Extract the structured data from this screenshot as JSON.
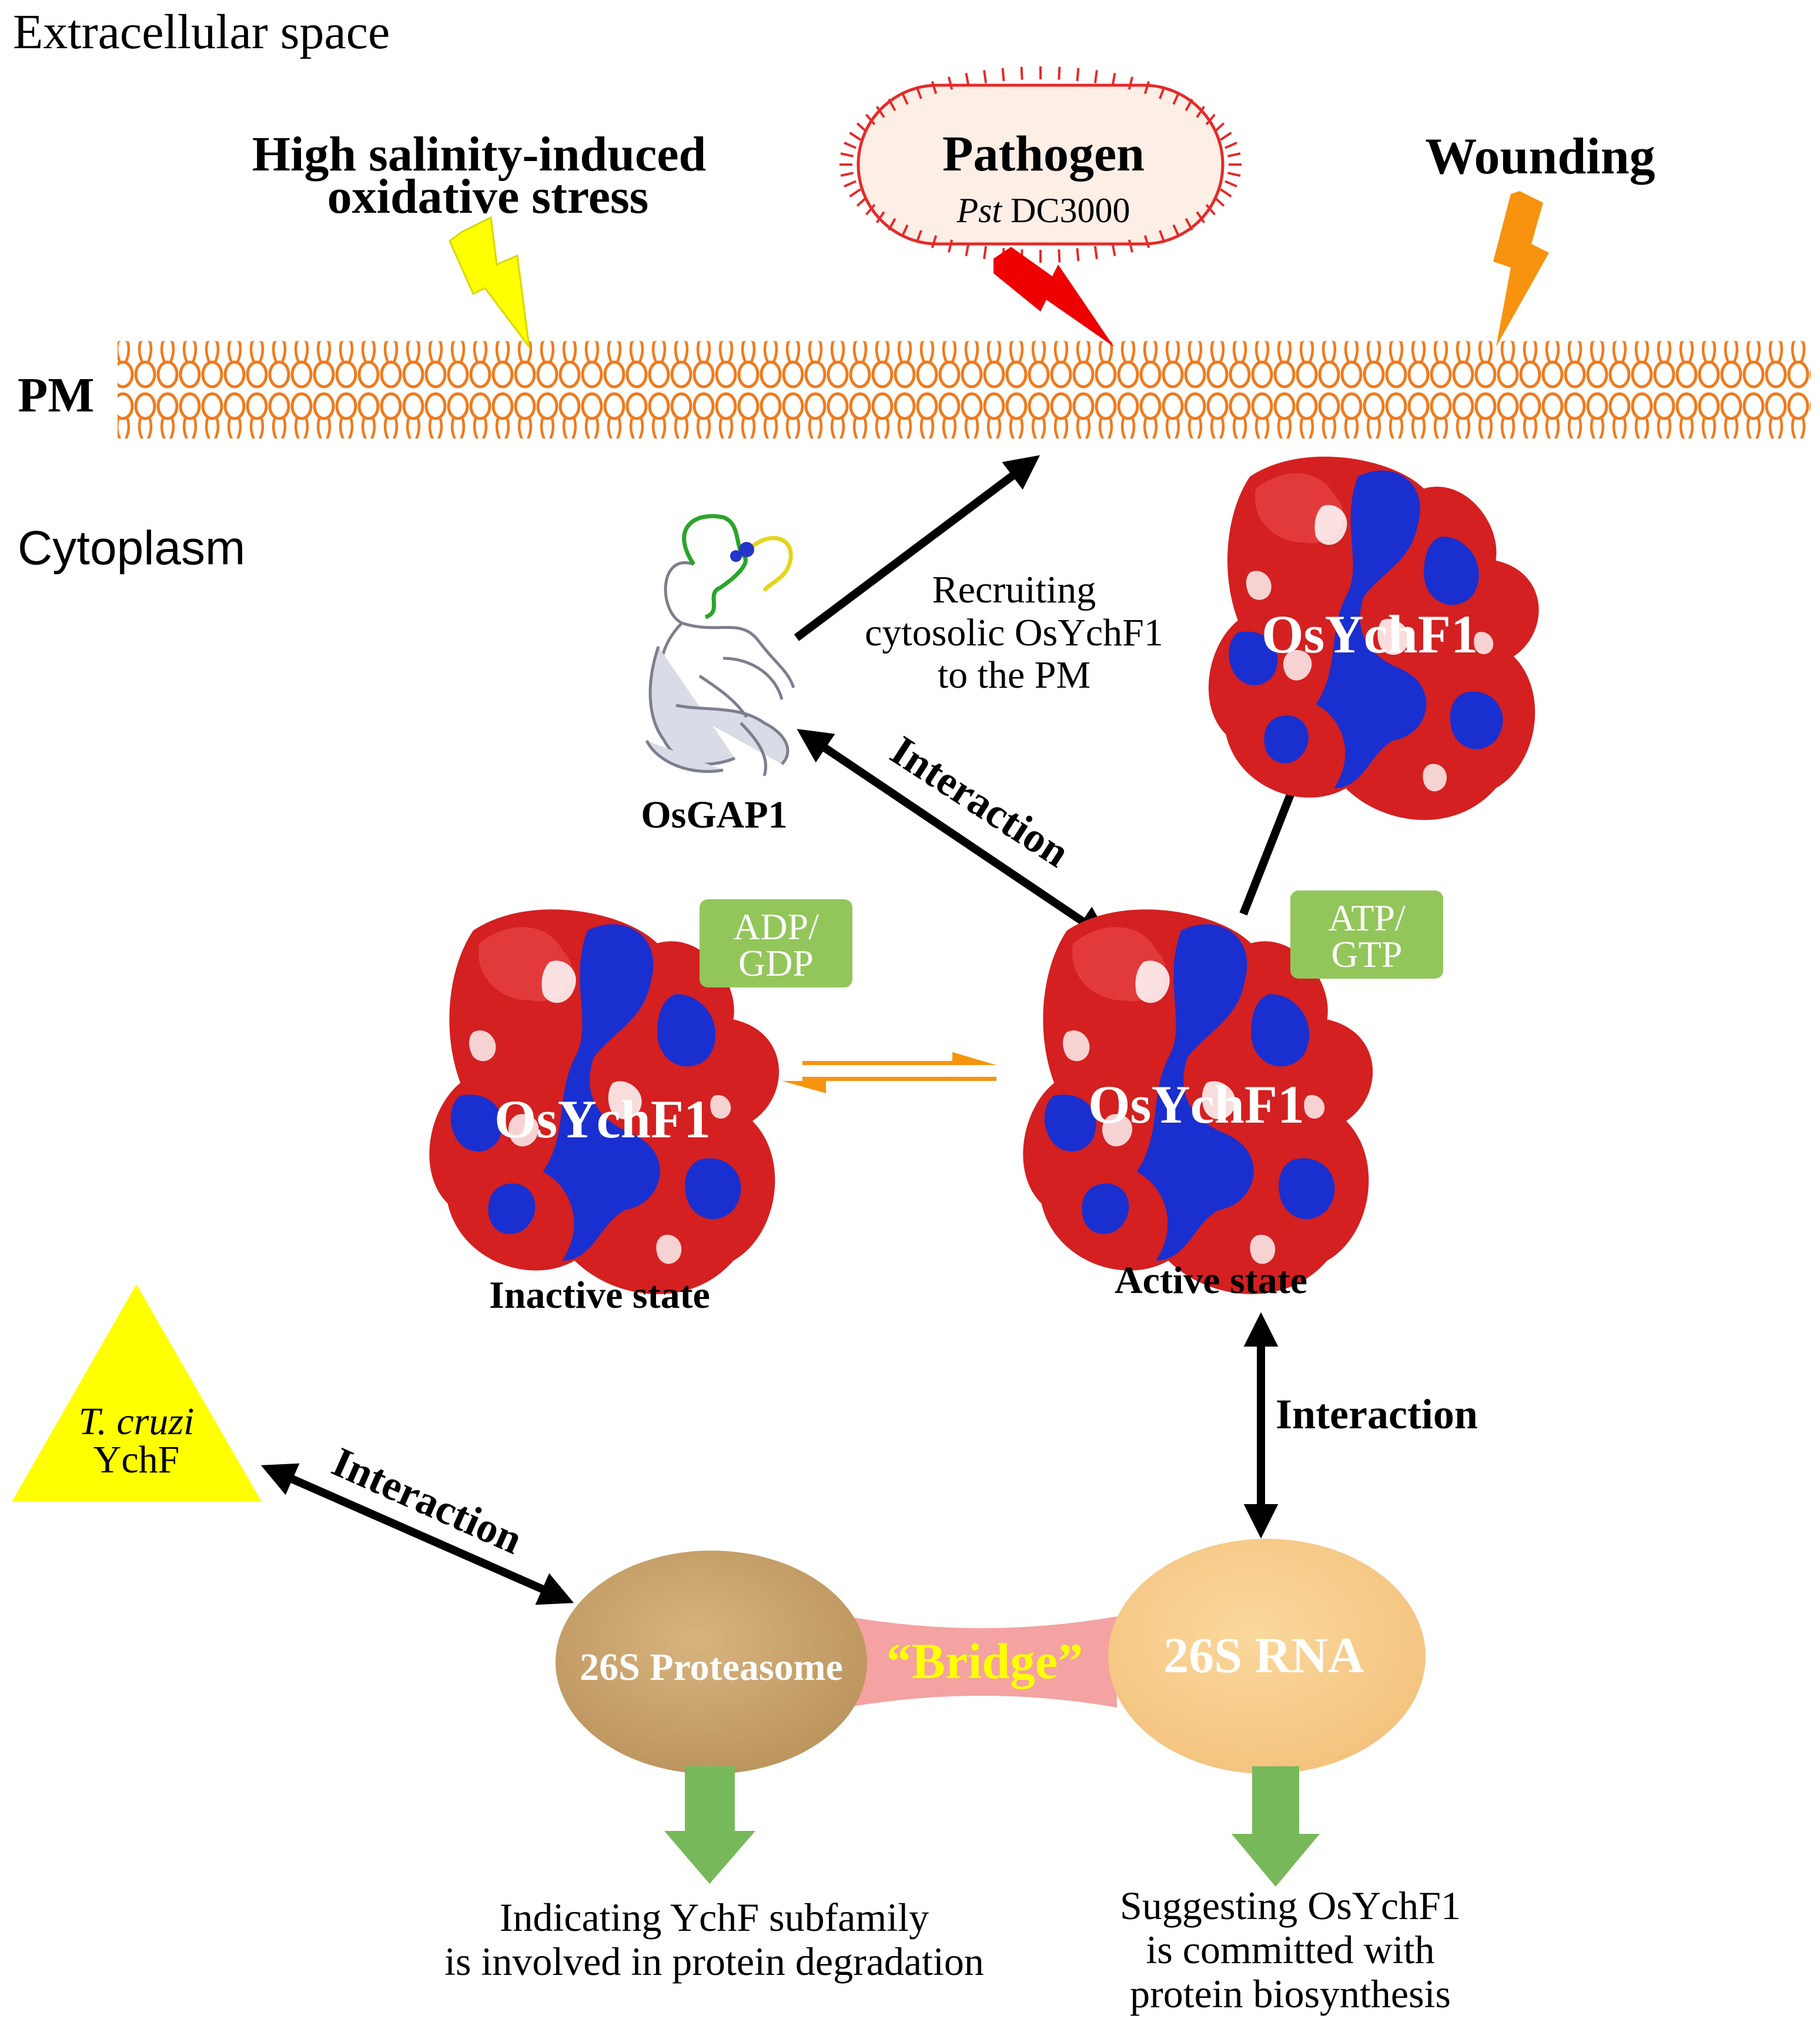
{
  "regions": {
    "extracellular": "Extracellular space",
    "membrane": "PM",
    "cytoplasm": "Cytoplasm"
  },
  "stresses": {
    "salinity_line1": "High salinity-induced",
    "salinity_line2": "oxidative stress",
    "pathogen_title": "Pathogen",
    "pathogen_strain_italic": "Pst",
    "pathogen_strain": "DC3000",
    "wounding": "Wounding"
  },
  "recruit": {
    "line1": "Recruiting",
    "line2": "cytosolic OsYchF1",
    "line3": "to the PM"
  },
  "proteins": {
    "gap_label": "OsGAP1",
    "ychf_label": "OsYchF1",
    "adp_line1": "ADP/",
    "adp_line2": "GDP",
    "atp_line1": "ATP/",
    "atp_line2": "GTP",
    "inactive": "Inactive state",
    "active": "Active state"
  },
  "interactions": {
    "gap_active": "Interaction",
    "active_rna": "Interaction",
    "cruzi_proteasome": "Interaction"
  },
  "cruzi": {
    "line1": "T. cruzi",
    "line2": "YchF"
  },
  "complex": {
    "proteasome": "26S Proteasome",
    "bridge": "“Bridge”",
    "rna": "26S RNA"
  },
  "outcomes": {
    "left_line1": "Indicating YchF subfamily",
    "left_line2": "is involved in protein degradation",
    "right_line1": "Suggesting OsYchF1",
    "right_line2": "is committed with",
    "right_line3": "protein biosynthesis"
  },
  "colors": {
    "membrane": "#f07a1c",
    "salinity_bolt": "#ffff00",
    "pathogen_bolt": "#ee0000",
    "wounding_bolt": "#f7930e",
    "nucleotide_box": "#92c65a",
    "proteasome": "#c9a46e",
    "rna": "#f9cd8c",
    "bridge": "#f4a2a2",
    "bridge_text": "#ffff00",
    "cruzi": "#ffff00",
    "outcome_arrow": "#77b95a",
    "surface_red": "#d42020",
    "surface_blue": "#1a2fd0"
  }
}
